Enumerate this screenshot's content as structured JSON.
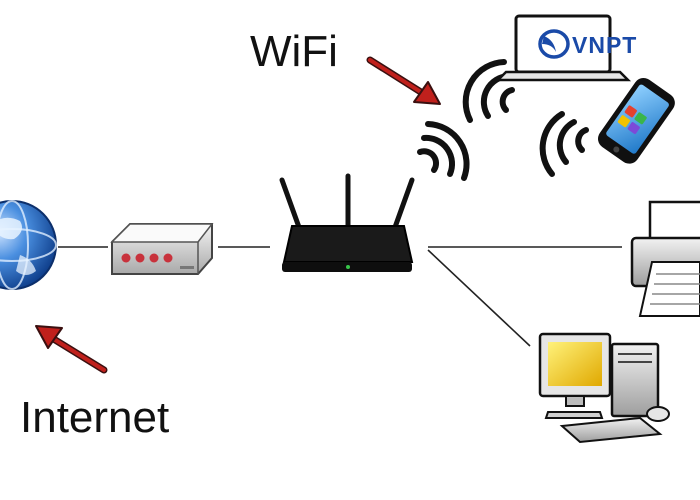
{
  "labels": {
    "wifi": "WiFi",
    "internet": "Internet"
  },
  "brand": {
    "logo_text": "VNPT",
    "color": "#1a4aa8"
  },
  "colors": {
    "arrow": "#c0201c",
    "arrow_outline": "#3a1010",
    "line": "#222222",
    "router": "#151515",
    "globe": "#2e6fc9",
    "phone": "#3aa0e8",
    "monitor_screen": "#f2c200",
    "modem_lights": "#c8323c"
  },
  "icons": [
    "globe-icon",
    "modem-icon",
    "router-icon",
    "laptop-icon",
    "smartphone-icon",
    "printer-icon",
    "desktop-computer-icon",
    "wifi-signal-icon"
  ]
}
